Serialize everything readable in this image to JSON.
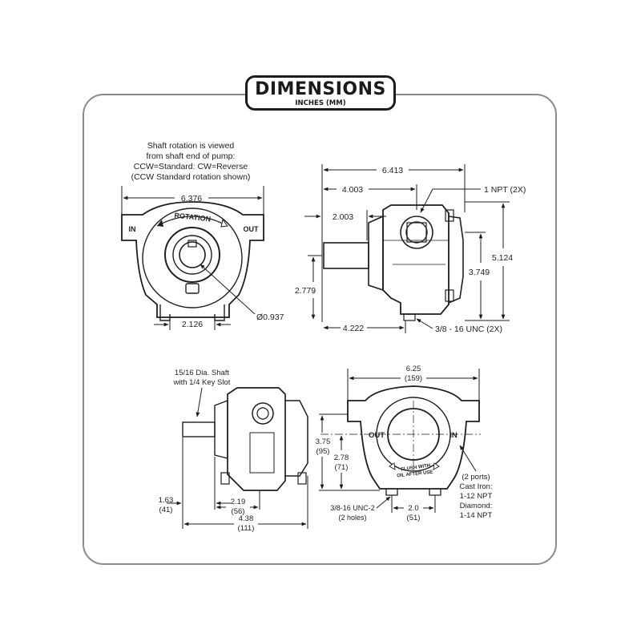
{
  "header": {
    "title": "DIMENSIONS",
    "subtitle": "INCHES (MM)"
  },
  "top_left_view": {
    "note_lines": [
      "Shaft rotation is viewed",
      "from shaft end of pump:",
      "CCW=Standard: CW=Reverse",
      "(CCW Standard rotation shown)"
    ],
    "width_dim": "6.376",
    "port_in": "IN",
    "port_out": "OUT",
    "rotation_label": "ROTATION",
    "foot_dim": "2.126",
    "shaft_dia": "Ø0.937"
  },
  "top_right_view": {
    "overall_length": "6.413",
    "length_to_port": "4.003",
    "shaft_to_body": "2.003",
    "port_label": "1 NPT (2X)",
    "overall_height": "5.124",
    "port_height": "3.749",
    "shaft_height": "2.779",
    "foot_length": "4.222",
    "mount_thread": "3/8 - 16 UNC (2X)"
  },
  "bottom_left_view": {
    "shaft_note_lines": [
      "15/16 Dia. Shaft",
      "with 1/4 Key Slot"
    ],
    "dim_a_in": "1.63",
    "dim_a_mm": "(41)",
    "dim_b_in": "2.19",
    "dim_b_mm": "(56)",
    "dim_c_in": "4.38",
    "dim_c_mm": "(111)"
  },
  "bottom_right_view": {
    "width_in": "6.25",
    "width_mm": "(159)",
    "port_out": "OUT",
    "port_in": "IN",
    "flush_line1": "FLUSH WITH",
    "flush_line2": "OIL AFTER USE",
    "height_in": "3.75",
    "height_mm": "(95)",
    "center_in": "2.78",
    "center_mm": "(71)",
    "thread_lines": [
      "3/8-16 UNC-2",
      "(2 holes)"
    ],
    "foot_in": "2.0",
    "foot_mm": "(51)",
    "ports_lines": [
      "(2 ports)",
      "Cast Iron:",
      "1-12 NPT",
      "Diamond:",
      "1-14 NPT"
    ]
  },
  "colors": {
    "line": "#1e1e1e",
    "frame": "#8a8a8a",
    "badge_border": "#1d1d1d"
  }
}
